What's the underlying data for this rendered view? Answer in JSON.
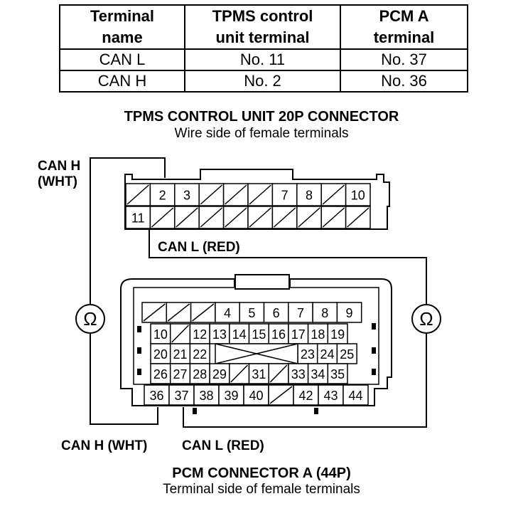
{
  "table": {
    "headers": [
      [
        "Terminal",
        "name"
      ],
      [
        "TPMS control",
        "unit terminal"
      ],
      [
        "PCM A",
        "terminal"
      ]
    ],
    "rows": [
      [
        "CAN L",
        "No. 11",
        "No. 37"
      ],
      [
        "CAN H",
        "No. 2",
        "No. 36"
      ]
    ]
  },
  "tpms": {
    "title": "TPMS CONTROL UNIT 20P CONNECTOR",
    "subtitle": "Wire side of female terminals",
    "row1": [
      "",
      "2",
      "3",
      "",
      "",
      "",
      "7",
      "8",
      "",
      "10"
    ],
    "row2": [
      "11",
      "",
      "",
      "",
      "",
      "",
      "",
      "",
      "",
      ""
    ]
  },
  "pcm": {
    "title": "PCM CONNECTOR A (44P)",
    "subtitle": "Terminal side of female terminals",
    "row1": [
      "",
      "",
      "",
      "4",
      "5",
      "6",
      "7",
      "8",
      "9"
    ],
    "row2": [
      "10",
      "",
      "12",
      "13",
      "14",
      "15",
      "16",
      "17",
      "18",
      "19"
    ],
    "row3": [
      "20",
      "21",
      "22",
      "23",
      "24",
      "25"
    ],
    "row4": [
      "26",
      "27",
      "28",
      "29",
      "",
      "31",
      "",
      "33",
      "34",
      "35"
    ],
    "row5": [
      "36",
      "37",
      "38",
      "39",
      "40",
      "",
      "42",
      "43",
      "44"
    ]
  },
  "labels": {
    "can_h_top_1": "CAN H",
    "can_h_top_2": "(WHT)",
    "can_l_mid": "CAN L (RED)",
    "can_h_bottom": "CAN H (WHT)",
    "can_l_bottom": "CAN L (RED)",
    "ohm": "Ω"
  }
}
